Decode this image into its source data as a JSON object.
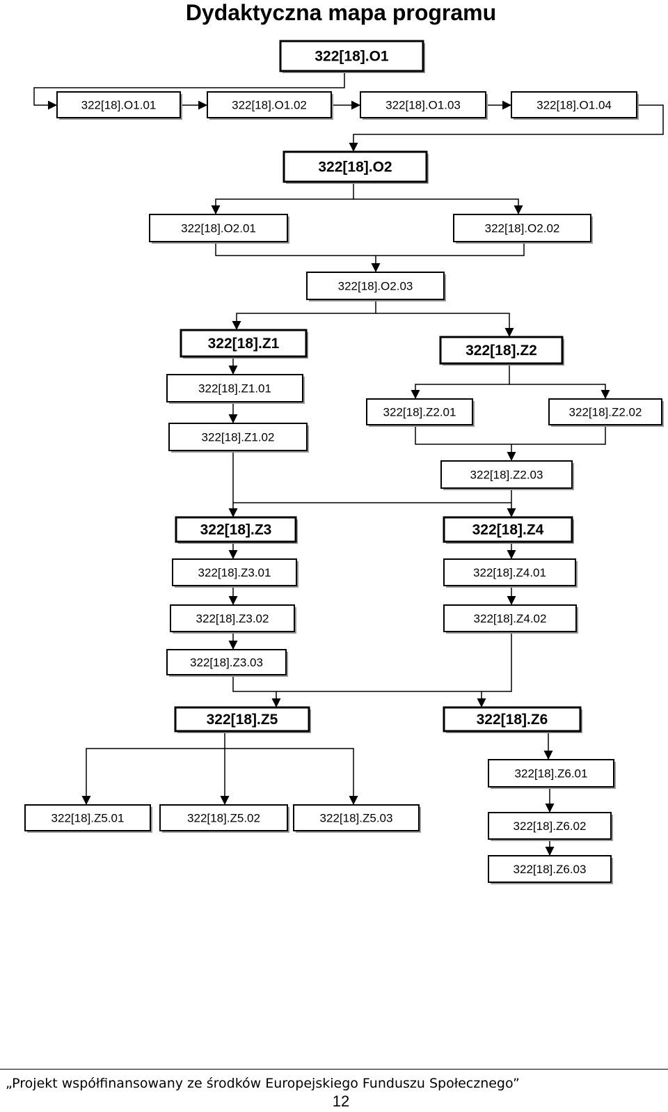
{
  "title": "Dydaktyczna mapa programu",
  "footer": "„Projekt współfinansowany ze środków Europejskiego Funduszu Społecznego”",
  "page_number": "12",
  "nodes": {
    "O1": "322[18].O1",
    "O1_01": "322[18].O1.01",
    "O1_02": "322[18].O1.02",
    "O1_03": "322[18].O1.03",
    "O1_04": "322[18].O1.04",
    "O2": "322[18].O2",
    "O2_01": "322[18].O2.01",
    "O2_02": "322[18].O2.02",
    "O2_03": "322[18].O2.03",
    "Z1": "322[18].Z1",
    "Z1_01": "322[18].Z1.01",
    "Z1_02": "322[18].Z1.02",
    "Z2": "322[18].Z2",
    "Z2_01": "322[18].Z2.01",
    "Z2_02": "322[18].Z2.02",
    "Z2_03": "322[18].Z2.03",
    "Z3": "322[18].Z3",
    "Z3_01": "322[18].Z3.01",
    "Z3_02": "322[18].Z3.02",
    "Z3_03": "322[18].Z3.03",
    "Z4": "322[18].Z4",
    "Z4_01": "322[18].Z4.01",
    "Z4_02": "322[18].Z4.02",
    "Z5": "322[18].Z5",
    "Z5_01": "322[18].Z5.01",
    "Z5_02": "322[18].Z5.02",
    "Z5_03": "322[18].Z5.03",
    "Z6": "322[18].Z6",
    "Z6_01": "322[18].Z6.01",
    "Z6_02": "322[18].Z6.02",
    "Z6_03": "322[18].Z6.03"
  }
}
